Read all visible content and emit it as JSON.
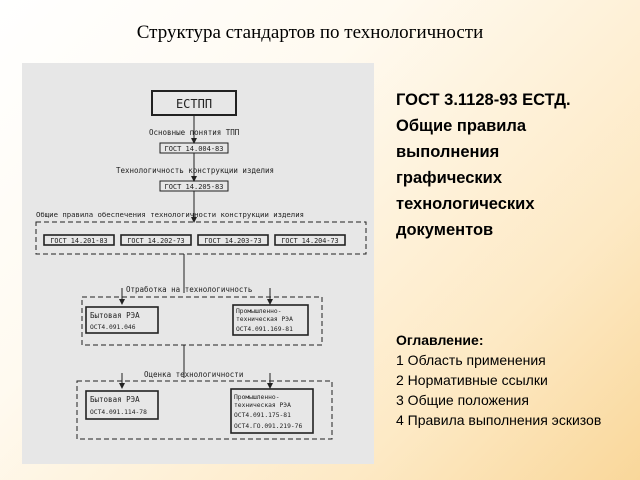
{
  "slide_title": "Структура стандартов по технологичности",
  "doc_title_lines": [
    "ГОСТ 3.1128-93 ЕСТД.",
    "Общие правила",
    "выполнения",
    "графических",
    "технологических",
    "документов"
  ],
  "toc": {
    "heading": "Оглавление:",
    "items": [
      "1 Область применения",
      "2 Нормативные ссылки",
      "3 Общие положения",
      "4 Правила выполнения эскизов"
    ]
  },
  "diagram": {
    "top_box": "ЕСТПП",
    "label_basic": "Основные понятия ТПП",
    "gost_basic": "ГОСТ 14.004-83",
    "label_design": "Технологичность конструкции изделия",
    "gost_design": "ГОСТ 14.205-83",
    "label_general": "Общие правила обеспечения технологичности конструкции изделия",
    "gost_row": [
      "ГОСТ 14.201-83",
      "ГОСТ 14.202-73",
      "ГОСТ 14.203-73",
      "ГОСТ 14.204-73"
    ],
    "label_testing": "Отработка на технологичность",
    "testing_left_title": "Бытовая РЭА",
    "testing_left_code": "ОСТ4.091.046",
    "testing_right_title_1": "Промышленно-",
    "testing_right_title_2": "техническая РЭА",
    "testing_right_code": "ОСТ4.091.169-81",
    "label_assessment": "Оценка технологичности",
    "assess_left_title": "Бытовая РЭА",
    "assess_left_code": "ОСТ4.091.114-78",
    "assess_right_title_1": "Промышленно-",
    "assess_right_title_2": "техническая РЭА",
    "assess_right_code_1": "ОСТ4.091.175-81",
    "assess_right_code_2": "ОСТ4.ГО.091.219-76"
  }
}
